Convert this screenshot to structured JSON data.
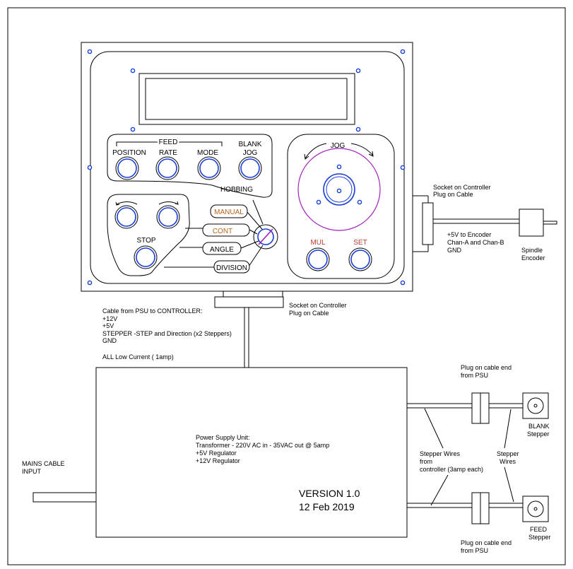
{
  "controller": {
    "feed_label": "FEED",
    "blank_label": "BLANK",
    "buttons": {
      "position": "POSITION",
      "rate": "RATE",
      "mode": "MODE",
      "jog": "JOG",
      "stop": "STOP",
      "mul": "MUL",
      "set": "SET"
    },
    "jog_title": "JOG",
    "hobbing": "HOBBING",
    "modes": {
      "manual": "MANUAL",
      "cont": "CONT",
      "angle": "ANGLE",
      "division": "DIVISION"
    }
  },
  "encoder": {
    "socket_line1": "Socket on Controller",
    "socket_line2": "Plug on Cable",
    "signals_line1": "+5V to Encoder",
    "signals_line2": "Chan-A and Chan-B",
    "signals_line3": "GND",
    "device_line1": "Spindle",
    "device_line2": "Encoder"
  },
  "psu_cable": {
    "line1": "Cable from PSU to CONTROLLER:",
    "line2": "+12V",
    "line3": "+5V",
    "line4": "STEPPER -STEP and Direction (x2 Steppers)",
    "line5": "GND",
    "line6": "ALL Low Current ( 1amp)",
    "socket_line1": "Socket on Controller",
    "socket_line2": "Plug on Cable"
  },
  "psu": {
    "line1": "Power Supply Unit:",
    "line2": "Transformer - 220V AC in - 35VAC out @ 5amp",
    "line3": "+5V Regulator",
    "line4": "+12V Regulator",
    "version": "VERSION 1.0",
    "date": "12 Feb 2019"
  },
  "mains": {
    "line1": "MAINS CABLE",
    "line2": "INPUT"
  },
  "steppers": {
    "plug_top_line1": "Plug on cable end",
    "plug_top_line2": "from PSU",
    "plug_bottom_line1": "Plug on cable end",
    "plug_bottom_line2": "from PSU",
    "wires_left_line1": "Stepper Wires",
    "wires_left_line2": "from",
    "wires_left_line3": "controller (3amp each)",
    "wires_right_line1": "Stepper",
    "wires_right_line2": "Wires",
    "blank_line1": "BLANK",
    "blank_line2": "Stepper",
    "feed_line1": "FEED",
    "feed_line2": "Stepper"
  },
  "colors": {
    "button_ring": "#1a3fd6",
    "jog_ring": "#a021b8",
    "mode_text": "#b5651d",
    "mul_set_text": "#b53a28"
  }
}
